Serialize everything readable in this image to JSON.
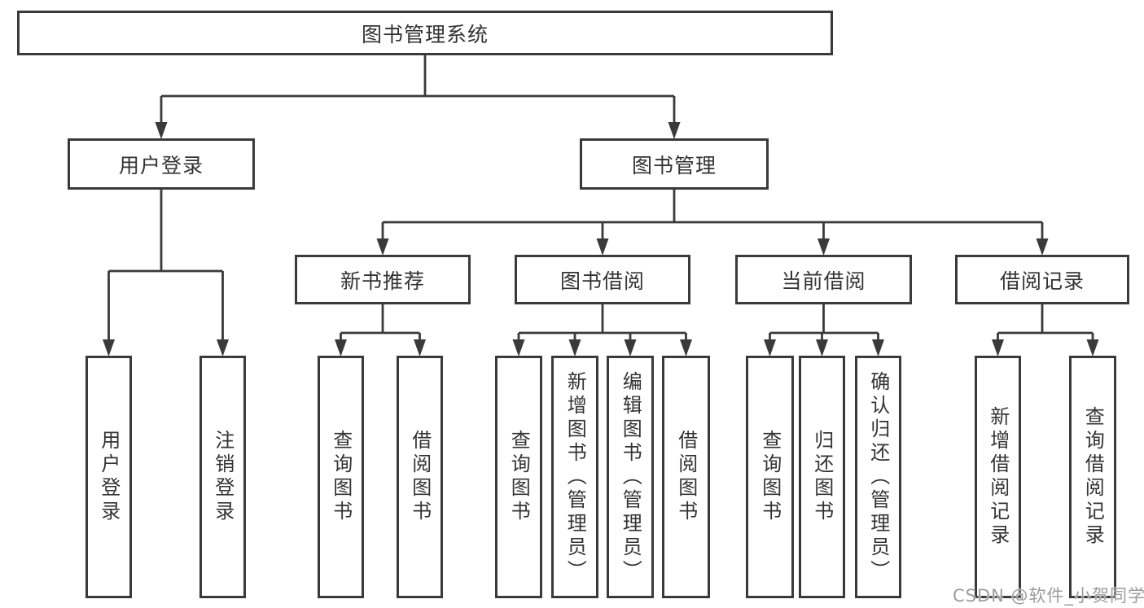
{
  "diagram": {
    "title": "图书管理系统",
    "nodes": [
      {
        "id": "root",
        "label": "图书管理系统",
        "orientation": "h"
      },
      {
        "id": "user-login",
        "label": "用户登录",
        "orientation": "h"
      },
      {
        "id": "book-mgmt",
        "label": "图书管理",
        "orientation": "h"
      },
      {
        "id": "new-book-rec",
        "label": "新书推荐",
        "orientation": "h"
      },
      {
        "id": "book-borrow",
        "label": "图书借阅",
        "orientation": "h"
      },
      {
        "id": "current-borrow",
        "label": "当前借阅",
        "orientation": "h"
      },
      {
        "id": "borrow-records",
        "label": "借阅记录",
        "orientation": "h"
      },
      {
        "id": "login",
        "label": "用户登录",
        "orientation": "v"
      },
      {
        "id": "logout",
        "label": "注销登录",
        "orientation": "v"
      },
      {
        "id": "query-book-1",
        "label": "查询图书",
        "orientation": "v"
      },
      {
        "id": "borrow-book-1",
        "label": "借阅图书",
        "orientation": "v"
      },
      {
        "id": "query-book-2",
        "label": "查询图书",
        "orientation": "v"
      },
      {
        "id": "add-book",
        "label": "新增图书（管理员）",
        "orientation": "v"
      },
      {
        "id": "edit-book",
        "label": "编辑图书（管理员）",
        "orientation": "v"
      },
      {
        "id": "borrow-book-2",
        "label": "借阅图书",
        "orientation": "v"
      },
      {
        "id": "query-book-3",
        "label": "查询图书",
        "orientation": "v"
      },
      {
        "id": "return-book",
        "label": "归还图书",
        "orientation": "v"
      },
      {
        "id": "confirm-return",
        "label": "确认归还（管理员）",
        "orientation": "v"
      },
      {
        "id": "add-borrow-record",
        "label": "新增借阅记录",
        "orientation": "v"
      },
      {
        "id": "query-borrow-record",
        "label": "查询借阅记录",
        "orientation": "v"
      }
    ],
    "edges": [
      {
        "parent": "root",
        "children": [
          "user-login",
          "book-mgmt"
        ]
      },
      {
        "parent": "user-login",
        "children": [
          "login",
          "logout"
        ]
      },
      {
        "parent": "book-mgmt",
        "children": [
          "new-book-rec",
          "book-borrow",
          "current-borrow",
          "borrow-records"
        ]
      },
      {
        "parent": "new-book-rec",
        "children": [
          "query-book-1",
          "borrow-book-1"
        ]
      },
      {
        "parent": "book-borrow",
        "children": [
          "query-book-2",
          "add-book",
          "edit-book",
          "borrow-book-2"
        ]
      },
      {
        "parent": "current-borrow",
        "children": [
          "query-book-3",
          "return-book",
          "confirm-return"
        ]
      },
      {
        "parent": "borrow-records",
        "children": [
          "add-borrow-record",
          "query-borrow-record"
        ]
      }
    ]
  },
  "watermark": {
    "text": "CSDN @软件_小贺同学"
  },
  "colors": {
    "line": "#3a3a3a",
    "text": "#333333",
    "background": "#ffffff",
    "watermark": "#9c9c9c"
  }
}
